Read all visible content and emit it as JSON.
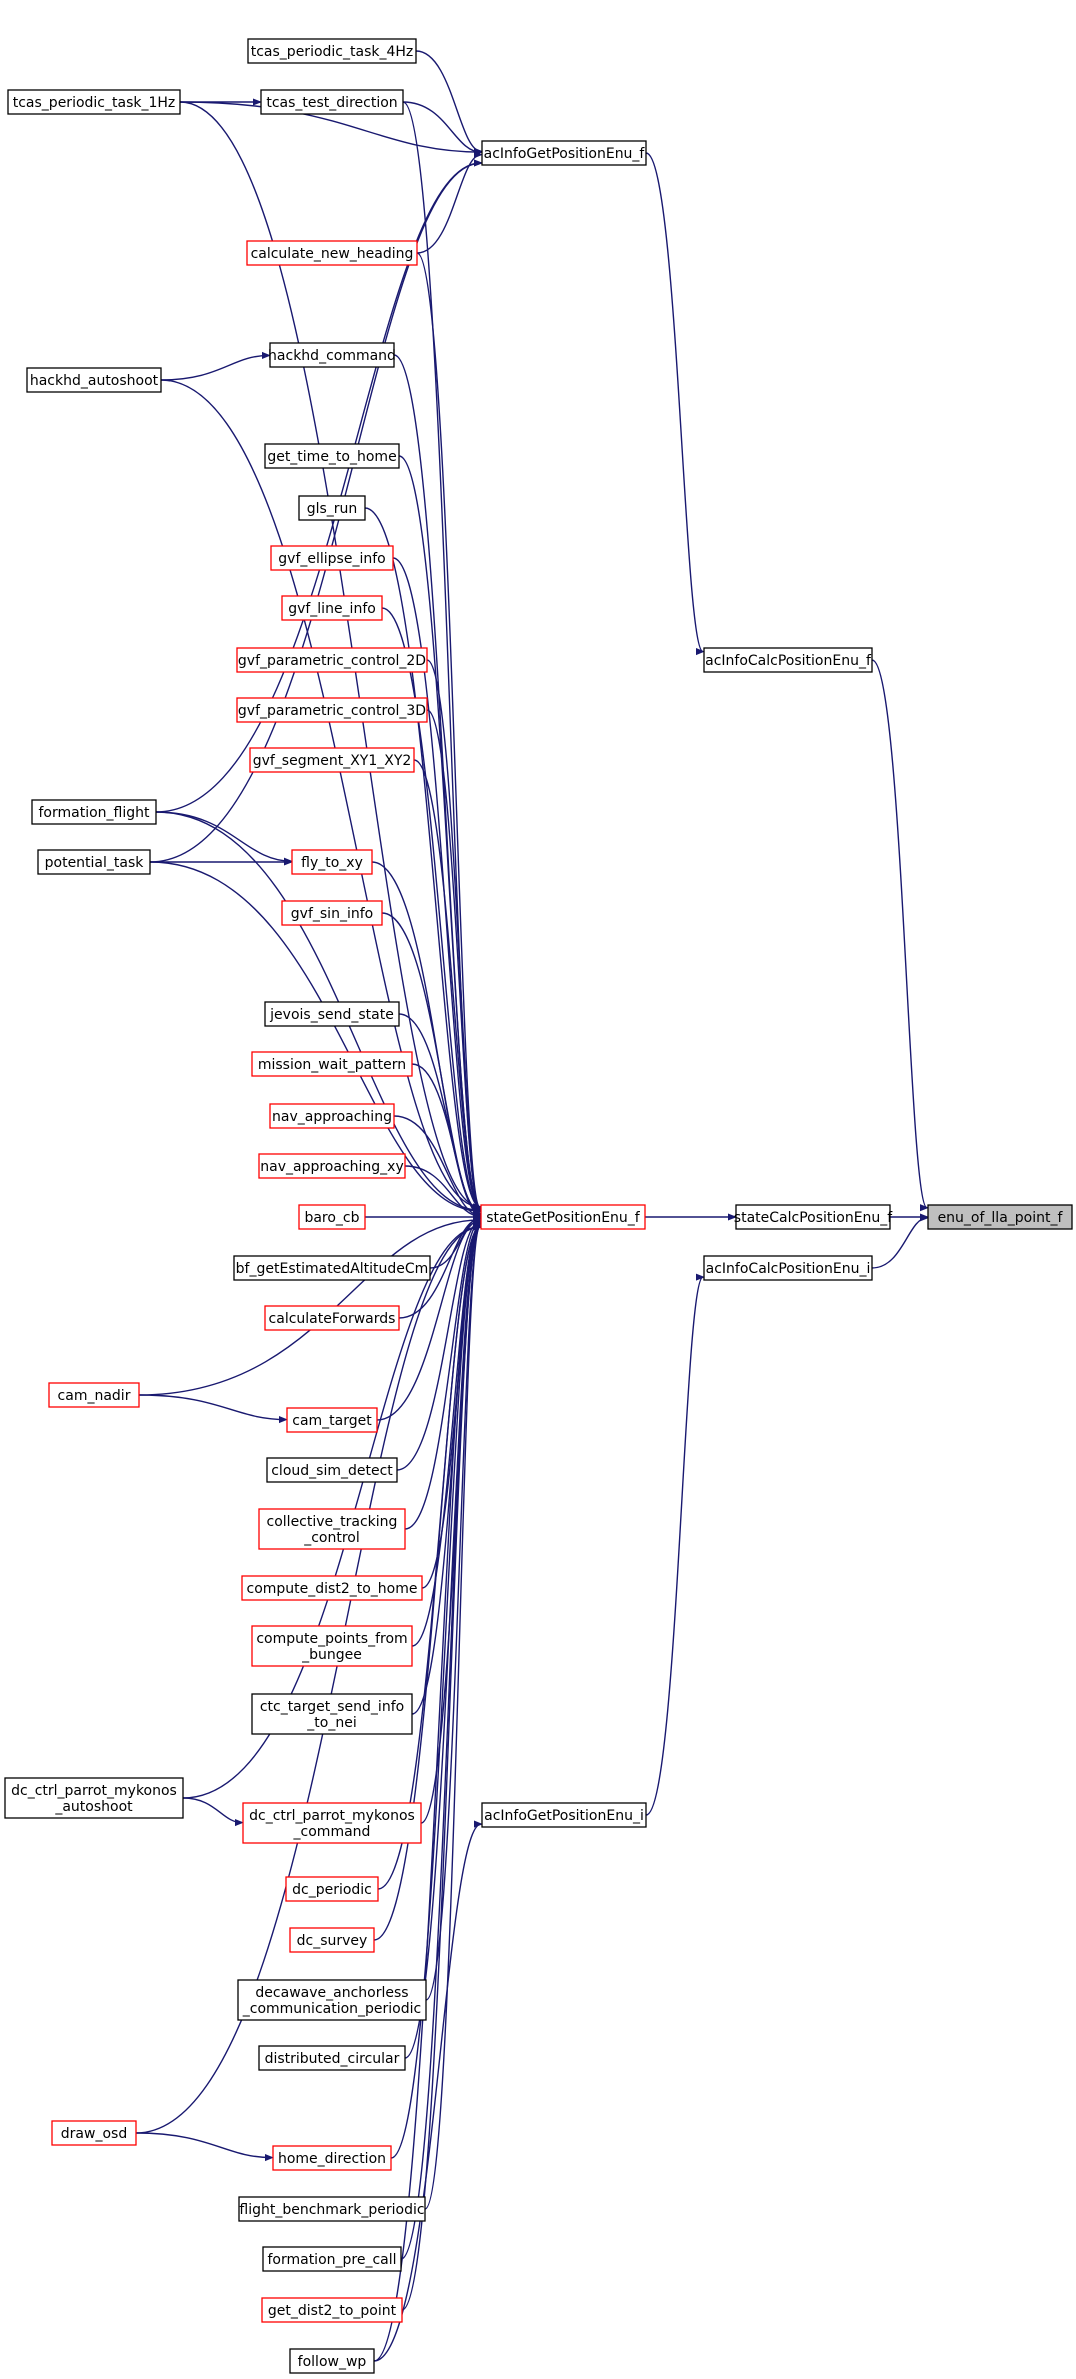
{
  "colors": {
    "edge": "#191970",
    "node_fill": "#ffffff",
    "node_border_default": "#000000",
    "node_border_truncated": "#ff0000",
    "root_fill": "#bfbfbf",
    "root_border": "#000000"
  },
  "nodes": {
    "enu_of_lla_point_f": {
      "lines": [
        "enu_of_lla_point_f"
      ],
      "style": "root"
    },
    "stateCalcPositionEnu_f": {
      "lines": [
        "stateCalcPositionEnu_f"
      ],
      "style": "default"
    },
    "acInfoCalcPositionEnu_f": {
      "lines": [
        "acInfoCalcPositionEnu_f"
      ],
      "style": "default"
    },
    "acInfoCalcPositionEnu_i": {
      "lines": [
        "acInfoCalcPositionEnu_i"
      ],
      "style": "default"
    },
    "acInfoGetPositionEnu_f": {
      "lines": [
        "acInfoGetPositionEnu_f"
      ],
      "style": "default"
    },
    "acInfoGetPositionEnu_i": {
      "lines": [
        "acInfoGetPositionEnu_i"
      ],
      "style": "default"
    },
    "stateGetPositionEnu_f": {
      "lines": [
        "stateGetPositionEnu_f"
      ],
      "style": "truncated"
    },
    "tcas_periodic_task_4Hz": {
      "lines": [
        "tcas_periodic_task_4Hz"
      ],
      "style": "default"
    },
    "tcas_test_direction": {
      "lines": [
        "tcas_test_direction"
      ],
      "style": "default"
    },
    "tcas_periodic_task_1Hz": {
      "lines": [
        "tcas_periodic_task_1Hz"
      ],
      "style": "default"
    },
    "calculate_new_heading": {
      "lines": [
        "calculate_new_heading"
      ],
      "style": "truncated"
    },
    "hackhd_command": {
      "lines": [
        "hackhd_command"
      ],
      "style": "default"
    },
    "hackhd_autoshoot": {
      "lines": [
        "hackhd_autoshoot"
      ],
      "style": "default"
    },
    "get_time_to_home": {
      "lines": [
        "get_time_to_home"
      ],
      "style": "default"
    },
    "gls_run": {
      "lines": [
        "gls_run"
      ],
      "style": "default"
    },
    "gvf_ellipse_info": {
      "lines": [
        "gvf_ellipse_info"
      ],
      "style": "truncated"
    },
    "gvf_line_info": {
      "lines": [
        "gvf_line_info"
      ],
      "style": "truncated"
    },
    "gvf_parametric_control_2D": {
      "lines": [
        "gvf_parametric_control_2D"
      ],
      "style": "truncated"
    },
    "gvf_parametric_control_3D": {
      "lines": [
        "gvf_parametric_control_3D"
      ],
      "style": "truncated"
    },
    "gvf_segment_XY1_XY2": {
      "lines": [
        "gvf_segment_XY1_XY2"
      ],
      "style": "truncated"
    },
    "formation_flight": {
      "lines": [
        "formation_flight"
      ],
      "style": "default"
    },
    "potential_task": {
      "lines": [
        "potential_task"
      ],
      "style": "default"
    },
    "fly_to_xy": {
      "lines": [
        "fly_to_xy"
      ],
      "style": "truncated"
    },
    "gvf_sin_info": {
      "lines": [
        "gvf_sin_info"
      ],
      "style": "truncated"
    },
    "jevois_send_state": {
      "lines": [
        "jevois_send_state"
      ],
      "style": "default"
    },
    "mission_wait_pattern": {
      "lines": [
        "mission_wait_pattern"
      ],
      "style": "truncated"
    },
    "nav_approaching": {
      "lines": [
        "nav_approaching"
      ],
      "style": "truncated"
    },
    "nav_approaching_xy": {
      "lines": [
        "nav_approaching_xy"
      ],
      "style": "truncated"
    },
    "baro_cb": {
      "lines": [
        "baro_cb"
      ],
      "style": "truncated"
    },
    "bf_getEstimatedAltitudeCm": {
      "lines": [
        "bf_getEstimatedAltitudeCm"
      ],
      "style": "default"
    },
    "calculateForwards": {
      "lines": [
        "calculateForwards"
      ],
      "style": "truncated"
    },
    "cam_nadir": {
      "lines": [
        "cam_nadir"
      ],
      "style": "truncated"
    },
    "cam_target": {
      "lines": [
        "cam_target"
      ],
      "style": "truncated"
    },
    "cloud_sim_detect": {
      "lines": [
        "cloud_sim_detect"
      ],
      "style": "default"
    },
    "collective_tracking_control": {
      "lines": [
        "collective_tracking",
        "_control"
      ],
      "style": "truncated"
    },
    "compute_dist2_to_home": {
      "lines": [
        "compute_dist2_to_home"
      ],
      "style": "truncated"
    },
    "compute_points_from_bungee": {
      "lines": [
        "compute_points_from",
        "_bungee"
      ],
      "style": "truncated"
    },
    "ctc_target_send_info_to_nei": {
      "lines": [
        "ctc_target_send_info",
        "_to_nei"
      ],
      "style": "default"
    },
    "dc_ctrl_parrot_mykonos_autoshoot": {
      "lines": [
        "dc_ctrl_parrot_mykonos",
        "_autoshoot"
      ],
      "style": "default"
    },
    "dc_ctrl_parrot_mykonos_command": {
      "lines": [
        "dc_ctrl_parrot_mykonos",
        "_command"
      ],
      "style": "truncated"
    },
    "dc_periodic": {
      "lines": [
        "dc_periodic"
      ],
      "style": "truncated"
    },
    "dc_survey": {
      "lines": [
        "dc_survey"
      ],
      "style": "truncated"
    },
    "decawave_anchorless_communication_periodic": {
      "lines": [
        "decawave_anchorless",
        "_communication_periodic"
      ],
      "style": "default"
    },
    "distributed_circular": {
      "lines": [
        "distributed_circular"
      ],
      "style": "default"
    },
    "draw_osd": {
      "lines": [
        "draw_osd"
      ],
      "style": "truncated"
    },
    "home_direction": {
      "lines": [
        "home_direction"
      ],
      "style": "truncated"
    },
    "flight_benchmark_periodic": {
      "lines": [
        "flight_benchmark_periodic"
      ],
      "style": "default"
    },
    "formation_pre_call": {
      "lines": [
        "formation_pre_call"
      ],
      "style": "default"
    },
    "get_dist2_to_point": {
      "lines": [
        "get_dist2_to_point"
      ],
      "style": "truncated"
    },
    "follow_wp": {
      "lines": [
        "follow_wp"
      ],
      "style": "default"
    }
  },
  "edges": [
    [
      "stateCalcPositionEnu_f",
      "enu_of_lla_point_f"
    ],
    [
      "acInfoCalcPositionEnu_f",
      "enu_of_lla_point_f"
    ],
    [
      "acInfoCalcPositionEnu_i",
      "enu_of_lla_point_f"
    ],
    [
      "stateGetPositionEnu_f",
      "stateCalcPositionEnu_f"
    ],
    [
      "acInfoGetPositionEnu_f",
      "acInfoCalcPositionEnu_f"
    ],
    [
      "acInfoGetPositionEnu_i",
      "acInfoCalcPositionEnu_i"
    ],
    [
      "tcas_periodic_task_4Hz",
      "acInfoGetPositionEnu_f"
    ],
    [
      "tcas_test_direction",
      "acInfoGetPositionEnu_f"
    ],
    [
      "tcas_periodic_task_1Hz",
      "acInfoGetPositionEnu_f"
    ],
    [
      "tcas_periodic_task_1Hz",
      "tcas_test_direction"
    ],
    [
      "calculate_new_heading",
      "acInfoGetPositionEnu_f"
    ],
    [
      "formation_flight",
      "acInfoGetPositionEnu_f"
    ],
    [
      "potential_task",
      "acInfoGetPositionEnu_f"
    ],
    [
      "follow_wp",
      "acInfoGetPositionEnu_i"
    ],
    [
      "tcas_periodic_task_1Hz",
      "stateGetPositionEnu_f"
    ],
    [
      "tcas_test_direction",
      "stateGetPositionEnu_f"
    ],
    [
      "calculate_new_heading",
      "stateGetPositionEnu_f"
    ],
    [
      "hackhd_command",
      "stateGetPositionEnu_f"
    ],
    [
      "hackhd_autoshoot",
      "stateGetPositionEnu_f"
    ],
    [
      "hackhd_autoshoot",
      "hackhd_command"
    ],
    [
      "get_time_to_home",
      "stateGetPositionEnu_f"
    ],
    [
      "gls_run",
      "stateGetPositionEnu_f"
    ],
    [
      "gvf_ellipse_info",
      "stateGetPositionEnu_f"
    ],
    [
      "gvf_line_info",
      "stateGetPositionEnu_f"
    ],
    [
      "gvf_parametric_control_2D",
      "stateGetPositionEnu_f"
    ],
    [
      "gvf_parametric_control_3D",
      "stateGetPositionEnu_f"
    ],
    [
      "gvf_segment_XY1_XY2",
      "stateGetPositionEnu_f"
    ],
    [
      "formation_flight",
      "stateGetPositionEnu_f"
    ],
    [
      "formation_flight",
      "fly_to_xy"
    ],
    [
      "potential_task",
      "fly_to_xy"
    ],
    [
      "potential_task",
      "stateGetPositionEnu_f"
    ],
    [
      "fly_to_xy",
      "stateGetPositionEnu_f"
    ],
    [
      "gvf_sin_info",
      "stateGetPositionEnu_f"
    ],
    [
      "jevois_send_state",
      "stateGetPositionEnu_f"
    ],
    [
      "mission_wait_pattern",
      "stateGetPositionEnu_f"
    ],
    [
      "nav_approaching",
      "stateGetPositionEnu_f"
    ],
    [
      "nav_approaching_xy",
      "stateGetPositionEnu_f"
    ],
    [
      "baro_cb",
      "stateGetPositionEnu_f"
    ],
    [
      "bf_getEstimatedAltitudeCm",
      "stateGetPositionEnu_f"
    ],
    [
      "calculateForwards",
      "stateGetPositionEnu_f"
    ],
    [
      "cam_nadir",
      "stateGetPositionEnu_f"
    ],
    [
      "cam_nadir",
      "cam_target"
    ],
    [
      "cam_target",
      "stateGetPositionEnu_f"
    ],
    [
      "cloud_sim_detect",
      "stateGetPositionEnu_f"
    ],
    [
      "collective_tracking_control",
      "stateGetPositionEnu_f"
    ],
    [
      "compute_dist2_to_home",
      "stateGetPositionEnu_f"
    ],
    [
      "compute_points_from_bungee",
      "stateGetPositionEnu_f"
    ],
    [
      "ctc_target_send_info_to_nei",
      "stateGetPositionEnu_f"
    ],
    [
      "dc_ctrl_parrot_mykonos_autoshoot",
      "stateGetPositionEnu_f"
    ],
    [
      "dc_ctrl_parrot_mykonos_autoshoot",
      "dc_ctrl_parrot_mykonos_command"
    ],
    [
      "dc_ctrl_parrot_mykonos_command",
      "stateGetPositionEnu_f"
    ],
    [
      "dc_periodic",
      "stateGetPositionEnu_f"
    ],
    [
      "dc_survey",
      "stateGetPositionEnu_f"
    ],
    [
      "decawave_anchorless_communication_periodic",
      "stateGetPositionEnu_f"
    ],
    [
      "distributed_circular",
      "stateGetPositionEnu_f"
    ],
    [
      "draw_osd",
      "stateGetPositionEnu_f"
    ],
    [
      "draw_osd",
      "home_direction"
    ],
    [
      "home_direction",
      "stateGetPositionEnu_f"
    ],
    [
      "flight_benchmark_periodic",
      "stateGetPositionEnu_f"
    ],
    [
      "formation_pre_call",
      "stateGetPositionEnu_f"
    ],
    [
      "get_dist2_to_point",
      "stateGetPositionEnu_f"
    ],
    [
      "follow_wp",
      "stateGetPositionEnu_f"
    ]
  ]
}
